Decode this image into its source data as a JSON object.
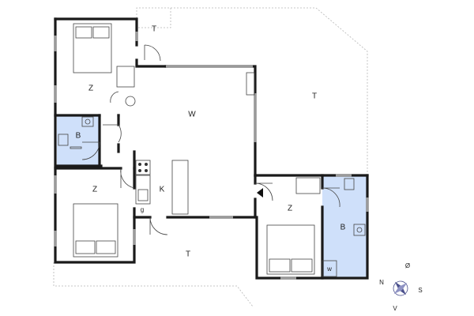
{
  "rooms": {
    "terrace_top": "T",
    "bedroom_top": "Z",
    "bathroom_left": "B",
    "living": "W",
    "bedroom_left": "Z",
    "kitchen": "K",
    "kitchen_g": "g",
    "terrace_right": "T",
    "bedroom_right": "Z",
    "bathroom_right": "B",
    "washer": "w",
    "terrace_bottom": "T"
  },
  "colors": {
    "wall": "#1a1a1a",
    "bathroom_fill": "#cfe0fa",
    "terrace_outline": "#b5b5b5",
    "compass": "#4a4f8c"
  },
  "compass": {
    "north": "N",
    "south": "S",
    "east": "Ø",
    "west": "V"
  }
}
